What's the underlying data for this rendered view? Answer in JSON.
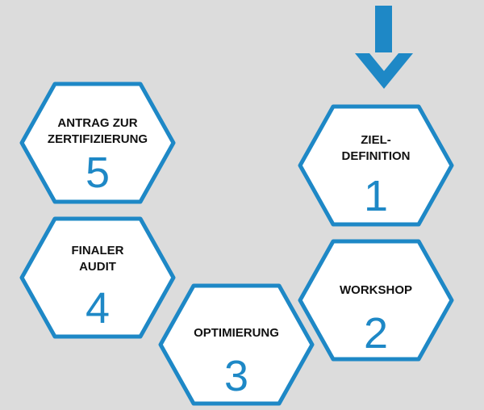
{
  "accent_color": "#1e88c6",
  "background_color": "#dcdcdc",
  "start_marker": "arrow-down-icon",
  "steps": [
    {
      "number": "1",
      "label": "ZIEL-\nDEFINITION"
    },
    {
      "number": "2",
      "label": "WORKSHOP"
    },
    {
      "number": "3",
      "label": "OPTIMIERUNG"
    },
    {
      "number": "4",
      "label": "FINALER\nAUDIT"
    },
    {
      "number": "5",
      "label": "ANTRAG ZUR\nZERTIFIZIERUNG"
    }
  ]
}
